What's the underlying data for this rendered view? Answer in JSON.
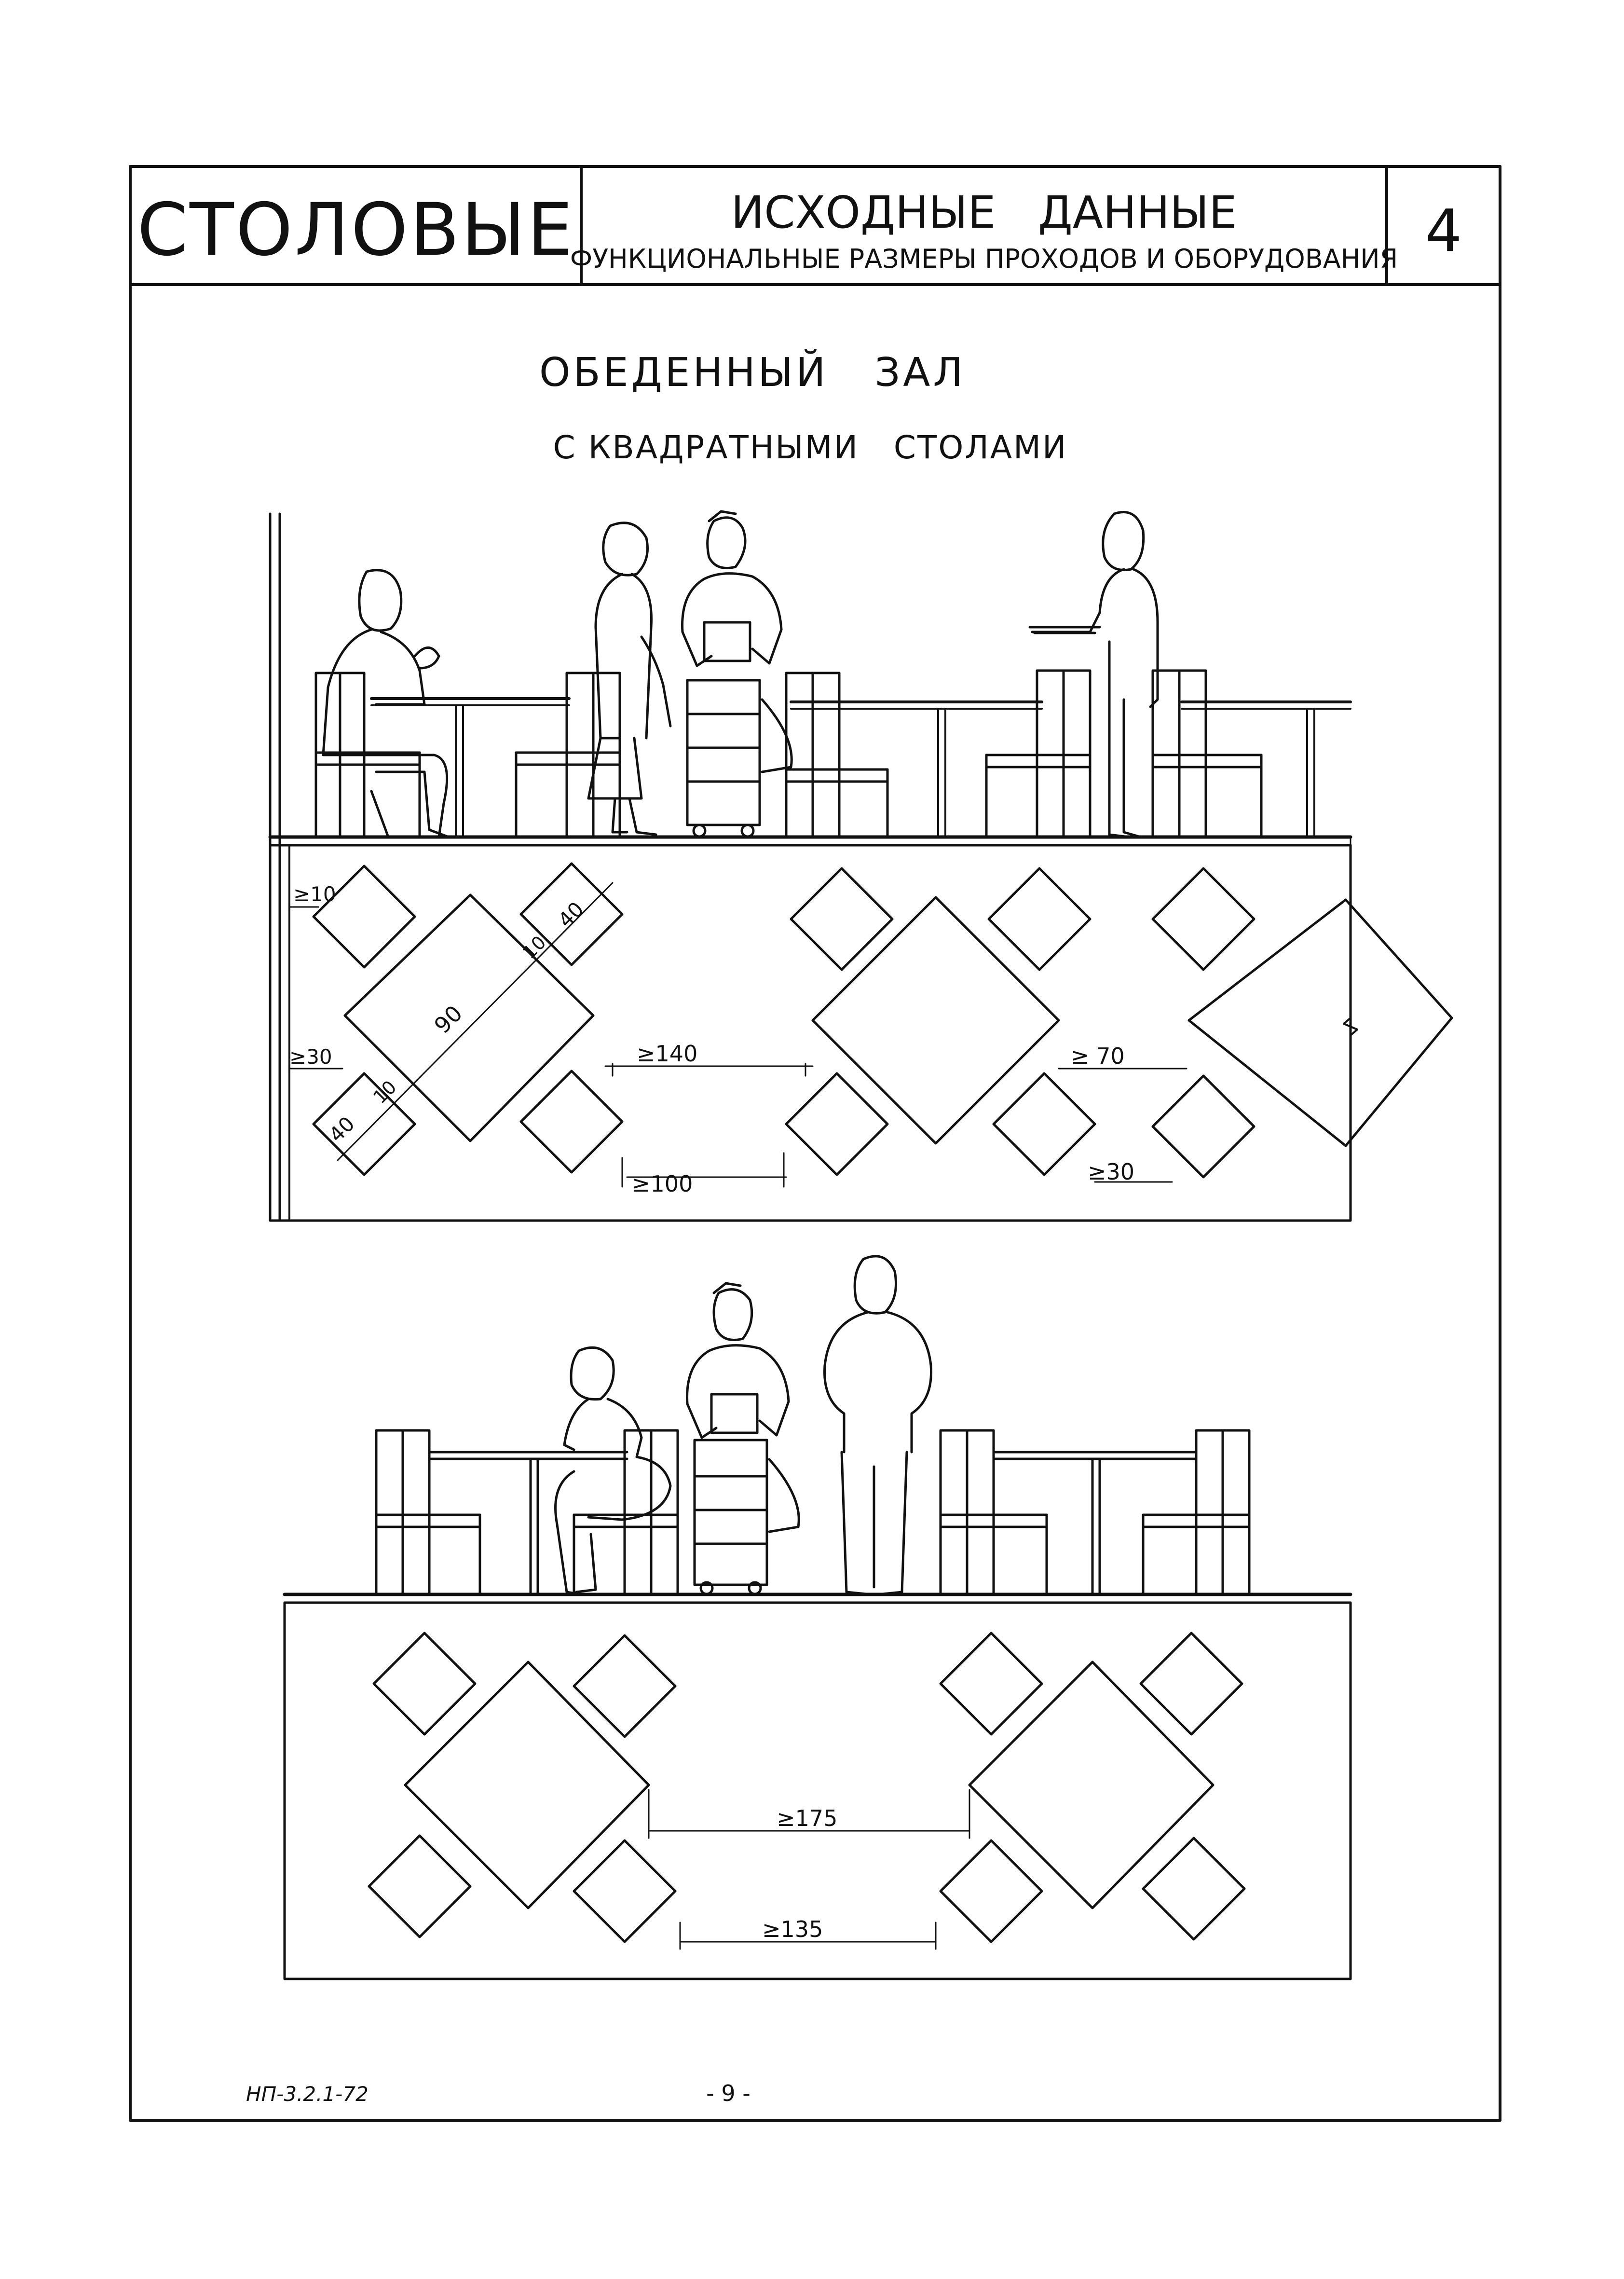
{
  "header": {
    "category": "СТОЛОВЫЕ",
    "title": "ИСХОДНЫЕ   ДАННЫЕ",
    "subtitle": "ФУНКЦИОНАЛЬНЫЕ РАЗМЕРЫ ПРОХОДОВ И ОБОРУДОВАНИЯ",
    "sheet_number": "4"
  },
  "section": {
    "title": "ОБЕДЕННЫЙ   ЗАЛ",
    "subtitle": "С КВАДРАТНЫМИ   СТОЛАМИ"
  },
  "plan1": {
    "dims": {
      "wall_gap": "≥10",
      "chair_size_top": "40",
      "gap_top": "10",
      "table_diag": "90",
      "gap_bottom": "10",
      "chair_size_bottom": "40",
      "wall_left": "≥30",
      "aisle_140": "≥140",
      "aisle_70": "≥ 70",
      "aisle_100": "≥100",
      "wall_30": "≥30"
    }
  },
  "plan2": {
    "dims": {
      "aisle_175": "≥175",
      "aisle_135": "≥135"
    }
  },
  "footer": {
    "code": "НП-3.2.1-72",
    "page": "- 9 -"
  }
}
